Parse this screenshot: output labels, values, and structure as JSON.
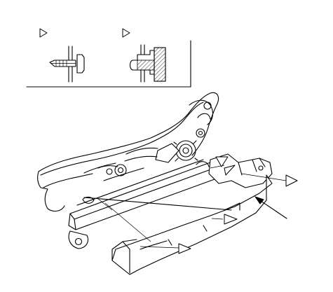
{
  "figure": {
    "inset_views": [
      {
        "view": "clip-cross-section",
        "marker": "triangle-marker"
      },
      {
        "view": "bracket-clip-cross-section",
        "marker": "triangle-marker"
      }
    ],
    "main_view": "seat-track-slide-rail-exploded-illustration",
    "callout_markers": 6,
    "arrow_markers": 1,
    "line_color": "#000000",
    "background": "#ffffff"
  }
}
